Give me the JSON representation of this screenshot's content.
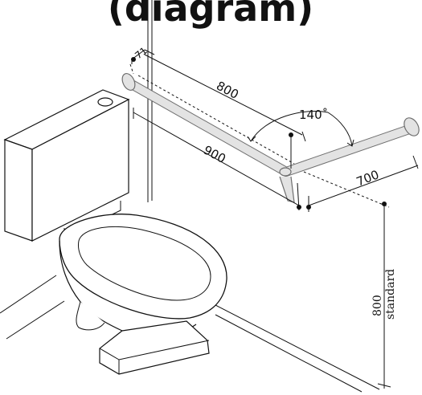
{
  "title": "(diagram)",
  "dimensions": {
    "d71": "71",
    "d800_rail": "800",
    "d900": "900",
    "d700": "700",
    "angle": "140˚",
    "height_value": "800",
    "height_label": "standard"
  },
  "colors": {
    "rail_fill": "#e3e3e3",
    "rail_stroke": "#6f6f6f",
    "line": "#111111"
  }
}
